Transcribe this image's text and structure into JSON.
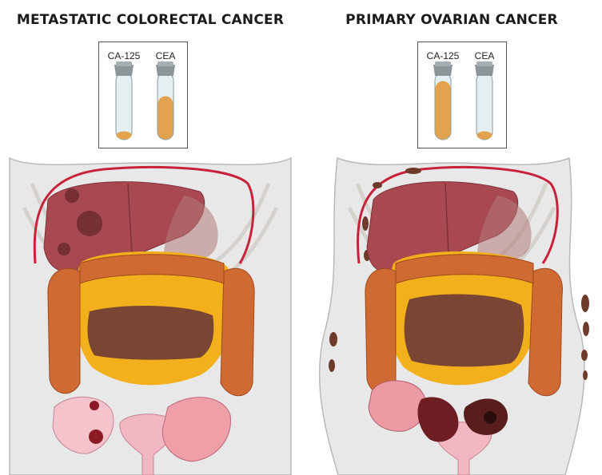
{
  "panels": [
    {
      "title": "METASTATIC COLORECTAL CANCER",
      "tubes": [
        {
          "label": "CA-125",
          "level": 0.1
        },
        {
          "label": "CEA",
          "level": 0.65
        }
      ]
    },
    {
      "title": "PRIMARY OVARIAN CANCER",
      "tubes": [
        {
          "label": "CA-125",
          "level": 0.88
        },
        {
          "label": "CEA",
          "level": 0.08
        }
      ]
    }
  ],
  "colors": {
    "serum": "#e3a24e",
    "tube_glass": "#e4eff1",
    "cap": "#8c9699",
    "liver": "#a84850",
    "colon": "#cf6a32",
    "small_bowel_fat": "#f2b01c",
    "stomach": "#b37a78",
    "uterus": "#f1b7c2",
    "ovary": "#ee9fa8",
    "metastasis": "#5e2b26",
    "omental_cake": "#7a4532",
    "body_skin": "#e8e8e8",
    "vessel": "#c8223a"
  }
}
